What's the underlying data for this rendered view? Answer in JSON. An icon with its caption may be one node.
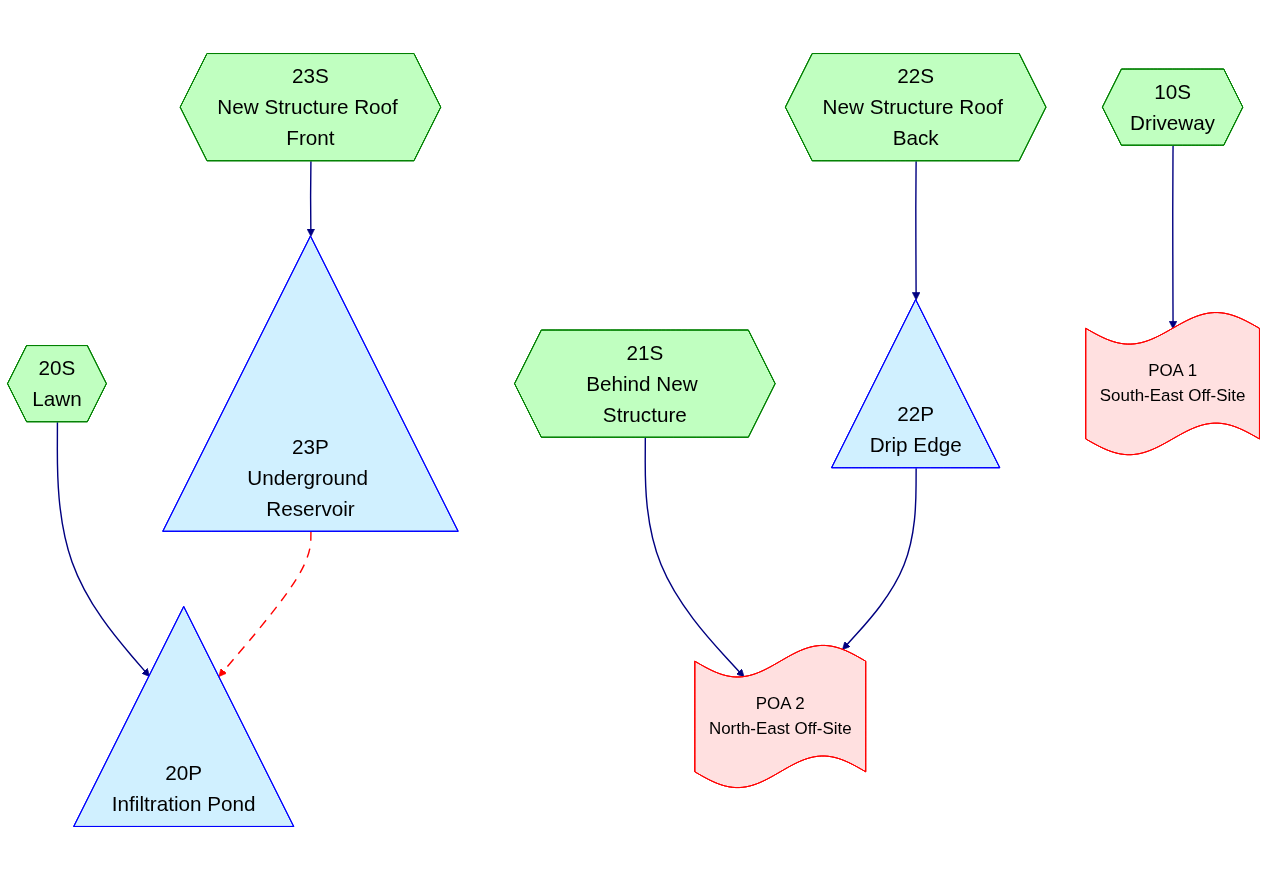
{
  "diagram": {
    "nodes": [
      {
        "text": [
          "23S",
          "New Structure Roof Front"
        ]
      },
      {
        "text": [
          "22S",
          "New Structure Roof Back"
        ]
      },
      {
        "text": [
          "21S",
          "Behind New Structure"
        ]
      },
      {
        "text": [
          "20S",
          "Lawn"
        ]
      },
      {
        "text": [
          "23P",
          "Underground Reservoir"
        ]
      },
      {
        "text": [
          "22P",
          "Drip Edge"
        ]
      },
      {
        "text": [
          "POA 2",
          "North-East Off-Site"
        ]
      },
      {
        "text": [
          "20P",
          "Infiltration Pond"
        ]
      },
      {
        "text": [
          "10S",
          "Driveway"
        ]
      },
      {
        "text": [
          "POA 1",
          "South-East Off-Site"
        ]
      }
    ],
    "edges": [
      {
        "from": 0,
        "to": 4,
        "arrow": "to"
      },
      {
        "from": 1,
        "to": 5,
        "arrow": "to"
      },
      {
        "from": 2,
        "to": 6,
        "arrow": "to"
      },
      {
        "from": 3,
        "to": 7,
        "arrow": "to"
      },
      {
        "from": 4,
        "to": 7,
        "arrow": "to",
        "style": "dashed",
        "color": "#ff0000"
      },
      {
        "from": 5,
        "to": 6,
        "arrow": "to"
      },
      {
        "from": 8,
        "to": 9,
        "arrow": "to"
      }
    ]
  }
}
